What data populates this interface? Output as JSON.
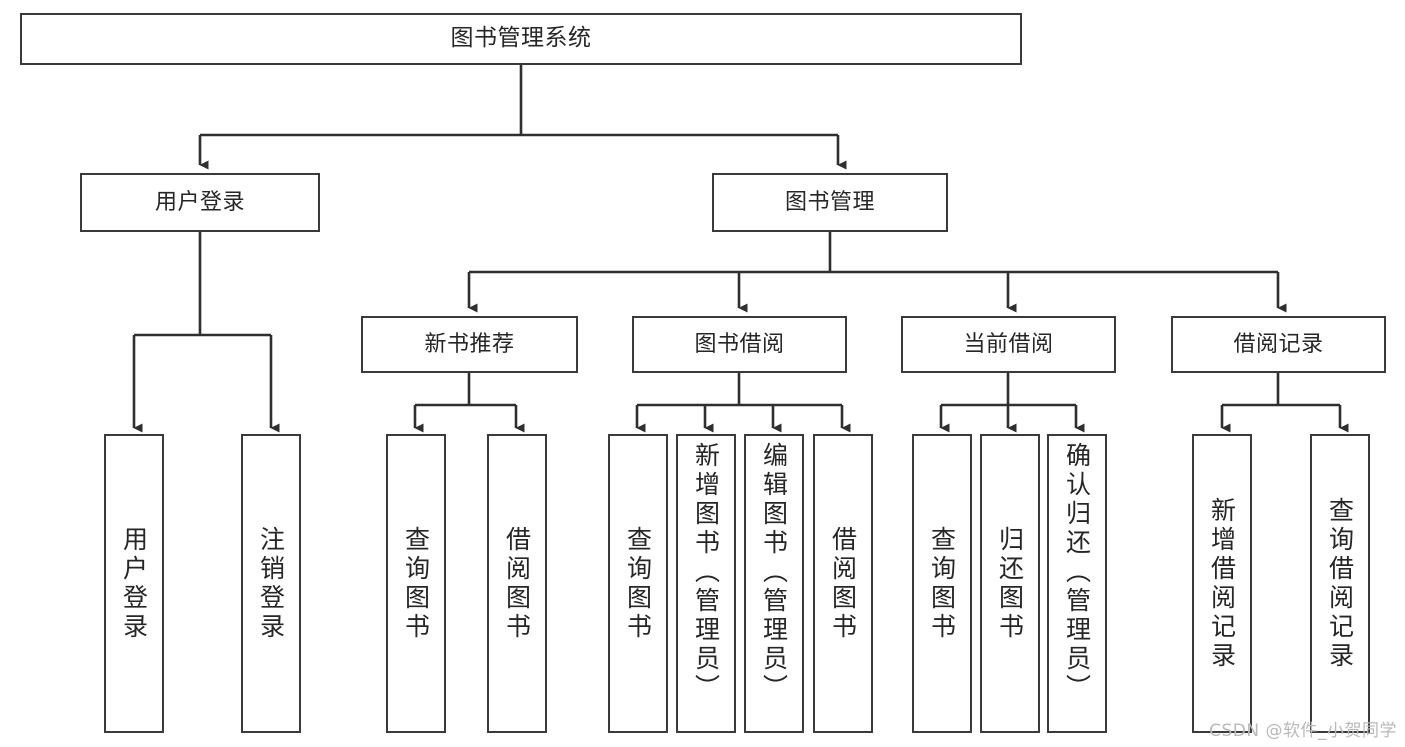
{
  "diagram": {
    "type": "tree-hierarchy",
    "title": "图书管理系统",
    "orientation": "top-down",
    "background_color": "#ffffff",
    "border_color": "#3a3a3a",
    "text_color": "#262626",
    "nodes": {
      "root": {
        "label": "图书管理系统"
      },
      "level1": [
        {
          "id": "user-login",
          "label": "用户登录"
        },
        {
          "id": "book-management",
          "label": "图书管理"
        }
      ],
      "level2": [
        {
          "id": "new-book-recommend",
          "label": "新书推荐"
        },
        {
          "id": "book-borrow",
          "label": "图书借阅"
        },
        {
          "id": "current-borrow",
          "label": "当前借阅"
        },
        {
          "id": "borrow-record",
          "label": "借阅记录"
        }
      ],
      "leaves": {
        "user_login": [
          {
            "id": "leaf-user-login",
            "label": "用户登录"
          },
          {
            "id": "leaf-logout-login",
            "label": "注销登录"
          }
        ],
        "new_book_recommend": [
          {
            "id": "leaf-query-book-1",
            "label": "查询图书"
          },
          {
            "id": "leaf-borrow-book-1",
            "label": "借阅图书"
          }
        ],
        "book_borrow": [
          {
            "id": "leaf-query-book-2",
            "label": "查询图书"
          },
          {
            "id": "leaf-add-book",
            "label": "新增图书（管理员）"
          },
          {
            "id": "leaf-edit-book",
            "label": "编辑图书（管理员）"
          },
          {
            "id": "leaf-borrow-book-2",
            "label": "借阅图书"
          }
        ],
        "current_borrow": [
          {
            "id": "leaf-query-book-3",
            "label": "查询图书"
          },
          {
            "id": "leaf-return-book",
            "label": "归还图书"
          },
          {
            "id": "leaf-confirm-return",
            "label": "确认归还（管理员）"
          }
        ],
        "borrow_record": [
          {
            "id": "leaf-add-record",
            "label": "新增借阅记录"
          },
          {
            "id": "leaf-query-record",
            "label": "查询借阅记录"
          }
        ]
      }
    }
  },
  "watermark": {
    "text": "CSDN @软件_小贺同学",
    "color": "#b9b9b9"
  }
}
